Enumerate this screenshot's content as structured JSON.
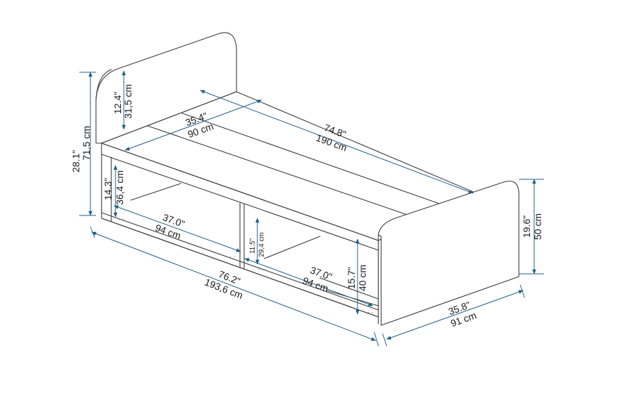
{
  "colors": {
    "outline": "#3a3a3a",
    "dimension": "#1f5f86",
    "background": "#ffffff"
  },
  "dimensions": {
    "headboard_above_deck": {
      "inch": "12.4\"",
      "cm": "31,5 cm"
    },
    "total_height": {
      "inch": "28.1\"",
      "cm": "71,5 cm"
    },
    "mattress_width": {
      "inch": "35.4\"",
      "cm": "90 cm"
    },
    "mattress_length": {
      "inch": "74.8\"",
      "cm": "190 cm"
    },
    "base_height": {
      "inch": "14.3\"",
      "cm": "36,4 cm"
    },
    "left_compartment": {
      "inch": "37.0\"",
      "cm": "94 cm"
    },
    "right_compartment": {
      "inch": "37.0\"",
      "cm": "94 cm"
    },
    "compartment_height": {
      "inch": "11.5\"",
      "cm": "29,4 cm"
    },
    "front_height": {
      "inch": "15.7\"",
      "cm": "40 cm"
    },
    "overall_length": {
      "inch": "76.2\"",
      "cm": "193,6 cm"
    },
    "overall_width": {
      "inch": "35.8\"",
      "cm": "91 cm"
    },
    "footboard_height": {
      "inch": "19.6\"",
      "cm": "50 cm"
    }
  }
}
